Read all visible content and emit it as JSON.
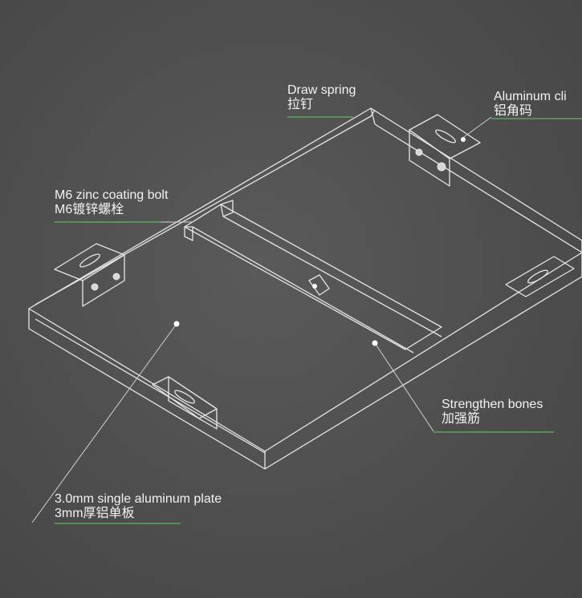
{
  "labels": {
    "draw_spring": {
      "en": "Draw spring",
      "zh": "拉钉"
    },
    "aluminum_clip": {
      "en": "Aluminum cli",
      "zh": "铝角码"
    },
    "bolt": {
      "en": "M6 zinc coating bolt",
      "zh": "M6镀锌螺栓"
    },
    "bones": {
      "en": "Strengthen bones",
      "zh": "加强筋"
    },
    "plate": {
      "en": "3.0mm single aluminum plate",
      "zh": "3mm厚铝单板"
    }
  },
  "colors": {
    "background": "#4f4f4f",
    "line": "#e6e6e6",
    "label": "#f2f2f2",
    "underline": "#5cb85c"
  }
}
